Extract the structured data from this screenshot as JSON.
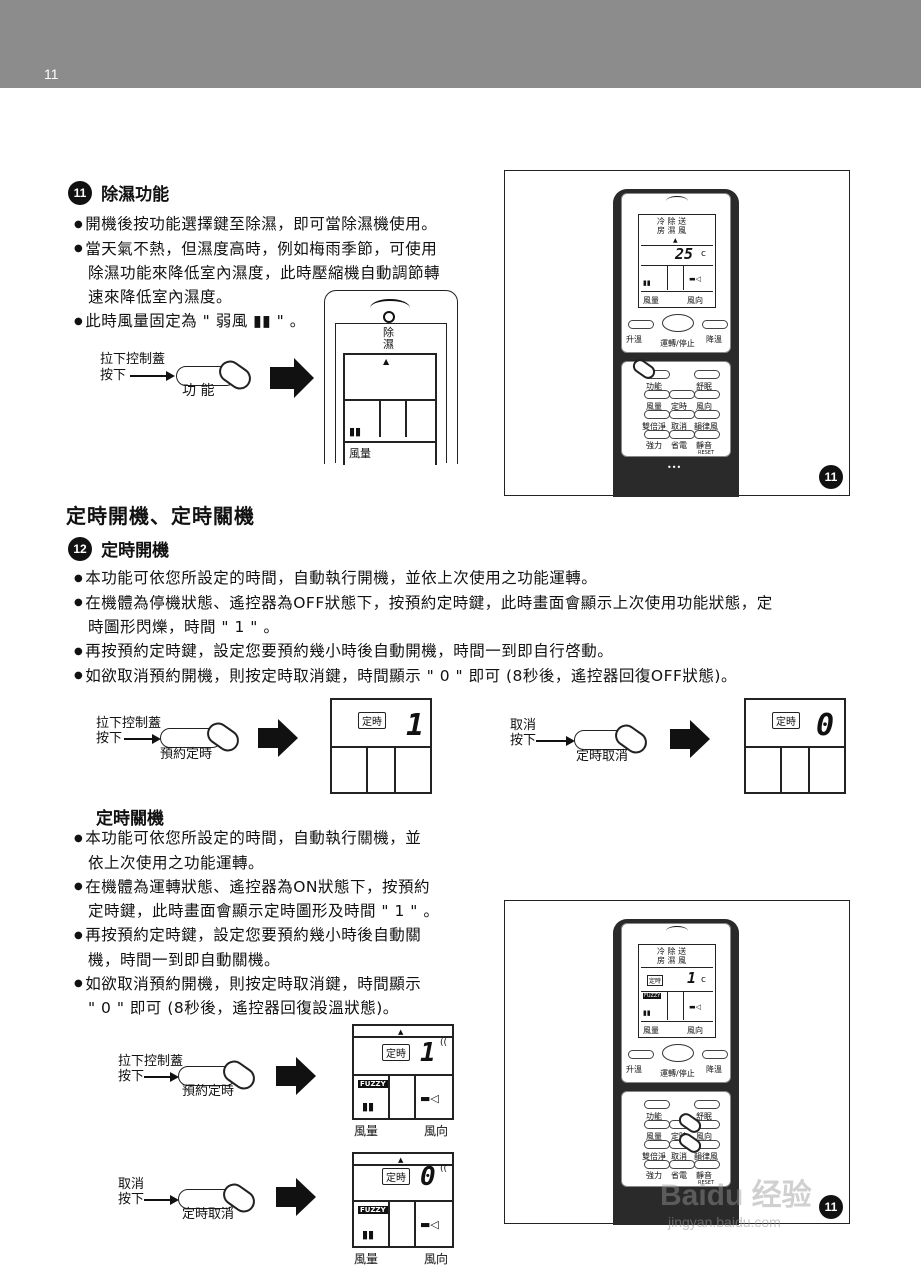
{
  "header": {
    "page_number": "11"
  },
  "sec11": {
    "num": "11",
    "title": "除濕功能",
    "bullets": [
      [
        "開機後按功能選擇鍵至除濕，即可當除濕機使用。"
      ],
      [
        "當天氣不熱，但濕度高時，例如梅雨季節，可使用",
        "除濕功能來降低室內濕度，此時壓縮機自動調節轉",
        "速來降低室內濕度。"
      ],
      [
        "此時風量固定為 \" 弱風 ▮▮ \" 。"
      ]
    ],
    "diagram": {
      "pull_label": "拉下控制蓋",
      "press_label": "按下",
      "button_label": "功 能",
      "lcd_mode": "除\n濕",
      "lcd_fan": "風量"
    }
  },
  "main_title": "定時開機、定時關機",
  "sec12": {
    "num": "12",
    "title": "定時開機",
    "bullets": [
      [
        "本功能可依您所設定的時間，自動執行開機，並依上次使用之功能運轉。"
      ],
      [
        "在機體為停機狀態、遙控器為OFF狀態下，按預約定時鍵，此時畫面會顯示上次使用功能狀態，定",
        "時圖形閃爍，時間 \" 1 \" 。"
      ],
      [
        "再按預約定時鍵，設定您要預約幾小時後自動開機，時間一到即自行啓動。"
      ],
      [
        "如欲取消預約開機，則按定時取消鍵，時間顯示 \" 0 \" 即可 (8秒後，遙控器回復OFF狀態)。"
      ]
    ],
    "diag_a": {
      "pull_label": "拉下控制蓋",
      "press_label": "按下",
      "button_label": "預約定時",
      "timer_tag": "定時",
      "digit": "1"
    },
    "diag_b": {
      "pull_label": "取消",
      "press_label": "按下",
      "button_label": "定時取消",
      "timer_tag": "定時",
      "digit": "0"
    }
  },
  "sec_off": {
    "title": "定時關機",
    "bullets": [
      [
        "本功能可依您所設定的時間，自動執行關機，並",
        "依上次使用之功能運轉。"
      ],
      [
        "在機體為運轉狀態、遙控器為ON狀態下，按預約",
        "定時鍵，此時畫面會顯示定時圖形及時間 \" 1 \" 。"
      ],
      [
        "再按預約定時鍵，設定您要預約幾小時後自動關",
        "機，時間一到即自動關機。"
      ],
      [
        "如欲取消預約開機，則按定時取消鍵，時間顯示",
        "\" 0 \" 即可 (8秒後，遙控器回復設溫狀態)。"
      ]
    ],
    "diag_a": {
      "pull_label": "拉下控制蓋",
      "press_label": "按下",
      "button_label": "預約定時",
      "timer_tag": "定時",
      "digit": "1",
      "fuzzy": "FUZZY",
      "fan": "風量",
      "dir": "風向"
    },
    "diag_b": {
      "pull_label": "取消",
      "press_label": "按下",
      "button_label": "定時取消",
      "timer_tag": "定時",
      "digit": "0",
      "fuzzy": "FUZZY",
      "fan": "風量",
      "dir": "風向"
    }
  },
  "remote1": {
    "badge": "11",
    "modes": "冷 除 送\n房 濕 風",
    "temp": "25",
    "unit": "c",
    "fan": "風量",
    "dir": "風向",
    "up": "升溫",
    "power": "運轉/停止",
    "down": "降溫",
    "keys": [
      "功能",
      "舒眠",
      "風量",
      "定時",
      "風向",
      "雙倍淨",
      "取消",
      "韻律風",
      "強力",
      "省電",
      "靜音"
    ],
    "reset": "RESET"
  },
  "remote2": {
    "badge": "11",
    "modes": "冷 除 送\n房 濕 風",
    "timer": "定時",
    "temp": "1",
    "unit": "c",
    "fuzzy": "FUZZY",
    "fan": "風量",
    "dir": "風向",
    "up": "升溫",
    "power": "運轉/停止",
    "down": "降溫",
    "keys": [
      "功能",
      "舒眠",
      "風量",
      "定時",
      "風向",
      "雙倍淨",
      "取消",
      "韻律風",
      "強力",
      "省電",
      "靜音"
    ],
    "reset": "RESET"
  },
  "watermark": {
    "brand": "Baidu 经验",
    "url": "jingyan.baidu.com"
  }
}
